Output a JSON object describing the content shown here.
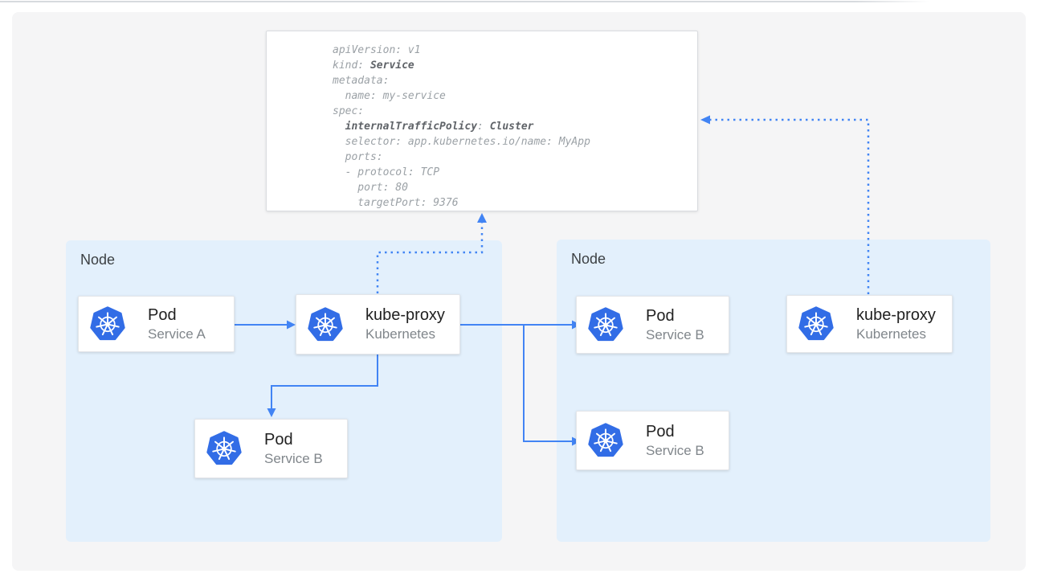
{
  "yaml_card": {
    "lines": [
      [
        {
          "text": "apiVersion: v1"
        }
      ],
      [
        {
          "text": "kind: "
        },
        {
          "text": "Service",
          "bold": true
        }
      ],
      [
        {
          "text": "metadata:"
        }
      ],
      [
        {
          "text": "  name: my-service"
        }
      ],
      [
        {
          "text": "spec:"
        }
      ],
      [
        {
          "text": "  "
        },
        {
          "text": "internalTrafficPolicy",
          "bold": true
        },
        {
          "text": ": "
        },
        {
          "text": "Cluster",
          "bold": true
        }
      ],
      [
        {
          "text": "  selector: app.kubernetes.io/name: MyApp"
        }
      ],
      [
        {
          "text": "  ports:"
        }
      ],
      [
        {
          "text": "  - protocol: TCP"
        }
      ],
      [
        {
          "text": "    port: 80"
        }
      ],
      [
        {
          "text": "    targetPort: 9376"
        }
      ]
    ]
  },
  "nodes": {
    "left": {
      "label": "Node"
    },
    "right": {
      "label": "Node"
    }
  },
  "cards": {
    "pod_service_a": {
      "title": "Pod",
      "subtitle": "Service A"
    },
    "kube_proxy_left": {
      "title": "kube-proxy",
      "subtitle": "Kubernetes"
    },
    "pod_service_b_left": {
      "title": "Pod",
      "subtitle": "Service B"
    },
    "pod_service_b_right_top": {
      "title": "Pod",
      "subtitle": "Service B"
    },
    "pod_service_b_right_bottom": {
      "title": "Pod",
      "subtitle": "Service B"
    },
    "kube_proxy_right": {
      "title": "kube-proxy",
      "subtitle": "Kubernetes"
    }
  },
  "icons": {
    "kubernetes_logo": "kubernetes-wheel-icon"
  },
  "colors": {
    "arrow_blue": "#4284f4",
    "kubernetes_blue": "#326de6",
    "node_fill": "#e3f0fc",
    "panel_background": "#f5f5f6",
    "yaml_text": "#9ba1a6",
    "yaml_bold_text": "#5f6368",
    "title_text": "#212121",
    "subtitle_text": "#80868b"
  }
}
